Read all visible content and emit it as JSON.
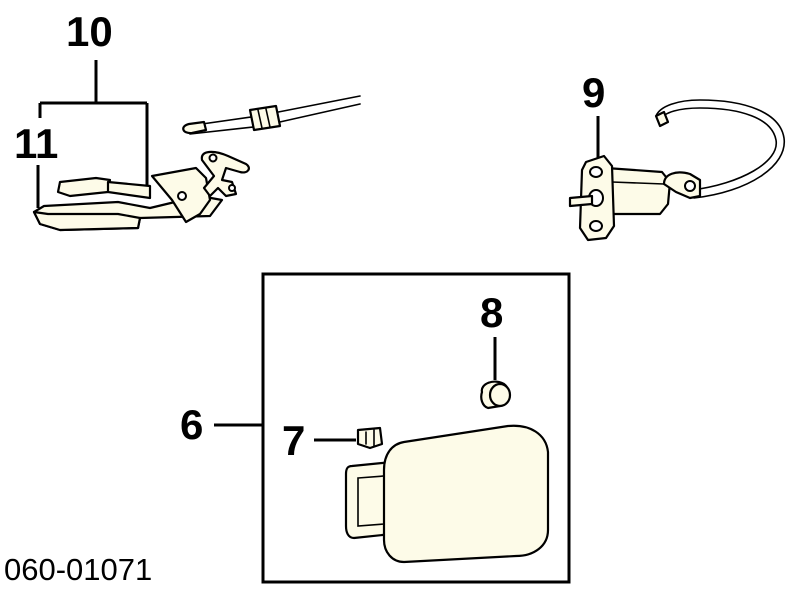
{
  "callouts": {
    "c10": "10",
    "c11": "11",
    "c9": "9",
    "c8": "8",
    "c7": "7",
    "c6": "6"
  },
  "diagram_code": "060-01071",
  "colors": {
    "line": "#000000",
    "part_fill": "#fdfbe8",
    "background": "#ffffff"
  }
}
